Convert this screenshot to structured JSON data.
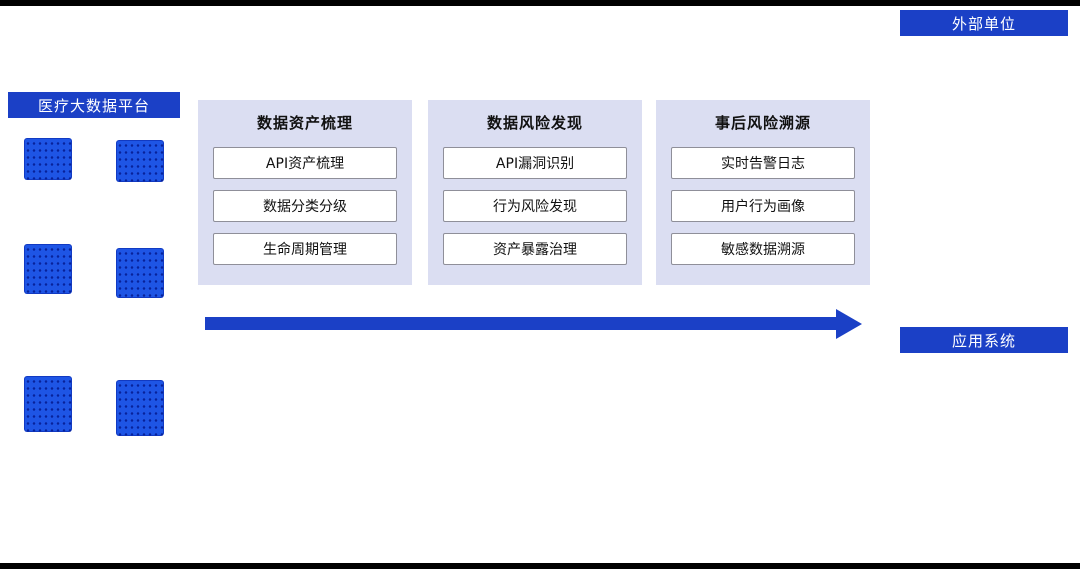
{
  "labels": {
    "external_unit": "外部单位",
    "platform": "医疗大数据平台",
    "app_system": "应用系统"
  },
  "panels": [
    {
      "title": "数据资产梳理",
      "items": [
        "API资产梳理",
        "数据分类分级",
        "生命周期管理"
      ]
    },
    {
      "title": "数据风险发现",
      "items": [
        "API漏洞识别",
        "行为风险发现",
        "资产暴露治理"
      ]
    },
    {
      "title": "事后风险溯源",
      "items": [
        "实时告警日志",
        "用户行为画像",
        "敏感数据溯源"
      ]
    }
  ],
  "icons": {
    "database_icon": "database-stack-icon",
    "database_icon_count": 6
  },
  "colors": {
    "accent_blue": "#1b40c6",
    "panel_bg": "#dbdef2",
    "icon_blue": "#1e55e5",
    "item_border": "#8f8f99",
    "background": "#ffffff"
  }
}
